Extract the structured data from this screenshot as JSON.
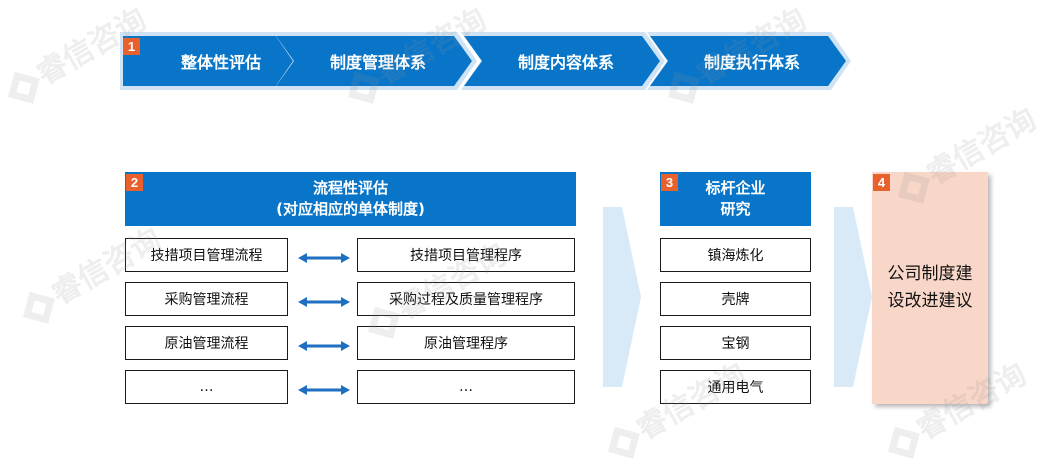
{
  "watermark_text": "睿信咨询",
  "flow": [
    {
      "label": "整体性评估"
    },
    {
      "label": "制度管理体系"
    },
    {
      "label": "制度内容体系"
    },
    {
      "label": "制度执行体系"
    }
  ],
  "step_numbers": [
    "1",
    "2",
    "3",
    "4"
  ],
  "process_eval": {
    "title_line1": "流程性评估",
    "title_line2": "(对应相应的单体制度)"
  },
  "process_rows": [
    {
      "left": "技措项目管理流程",
      "right": "技措项目管理程序"
    },
    {
      "left": "采购管理流程",
      "right": "采购过程及质量管理程序"
    },
    {
      "left": "原油管理流程",
      "right": "原油管理程序"
    },
    {
      "left": "…",
      "right": "…"
    }
  ],
  "benchmark": {
    "title_line1": "标杆企业",
    "title_line2": "研究",
    "items": [
      "镇海炼化",
      "壳牌",
      "宝钢",
      "通用电气"
    ]
  },
  "result": {
    "line1": "公司制度建",
    "line2": "设改进建议"
  },
  "colors": {
    "primary_blue": "#0875c9",
    "number_badge": "#e8612c",
    "result_fill": "#f8d6c8",
    "arrow_fill": "#d8eaf8"
  }
}
